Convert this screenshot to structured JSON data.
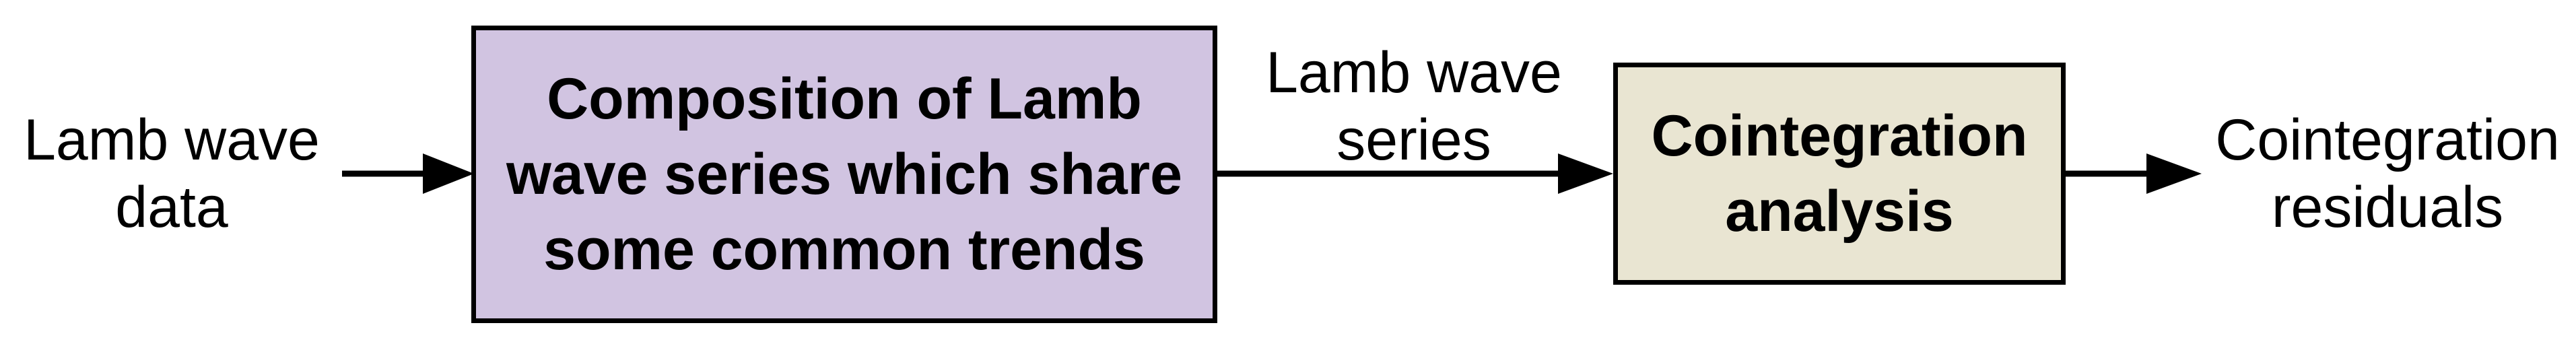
{
  "diagram": {
    "input_label": [
      "Lamb wave",
      "data"
    ],
    "composition_box": {
      "lines": [
        "Composition of Lamb",
        "wave series which share",
        "some common trends"
      ],
      "fill": "#d1c4e1"
    },
    "middle_label": [
      "Lamb wave",
      "series"
    ],
    "cointegration_box": {
      "lines": [
        "Cointegration",
        "analysis"
      ],
      "fill": "#e9e5d2"
    },
    "output_label": [
      "Cointegration",
      "residuals"
    ]
  },
  "colors": {
    "stroke": "#000000",
    "background": "#ffffff"
  }
}
